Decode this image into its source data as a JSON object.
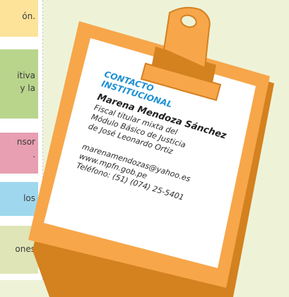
{
  "colors": {
    "background": "#eef3d8",
    "clipboard_orange": "#f7a64a",
    "clipboard_dark": "#d4811f",
    "card_white": "#ffffff",
    "heading_blue": "#1d8fd2",
    "strip_yellow": "#fde39a",
    "strip_green": "#b9d58c",
    "strip_pink": "#e79fb1",
    "strip_blue": "#9fd8ee",
    "strip_olive": "#dfe5b6"
  },
  "left_strips": [
    {
      "lines": [
        "ón."
      ]
    },
    {
      "lines": [
        "itiva",
        "y la"
      ]
    },
    {
      "lines": [
        "nsor",
        "."
      ]
    },
    {
      "lines": [
        "los"
      ]
    },
    {
      "lines": [
        "ones"
      ]
    }
  ],
  "card": {
    "heading_line1": "CONTACTO",
    "heading_line2": "INSTITUCIONAL",
    "name": "Marena Mendoza Sánchez",
    "role_line1": "Fiscal titular mixta del",
    "role_line2": "Módulo Básico de Justicia",
    "role_line3": "de José Leonardo Ortiz",
    "email": "marenamendozas@yahoo.es",
    "website": "www.mpfn.gob.pe",
    "phone": "Teléfono: (51) (074) 25-5401"
  },
  "icons": {
    "clip": "clipboard-clip-icon"
  }
}
